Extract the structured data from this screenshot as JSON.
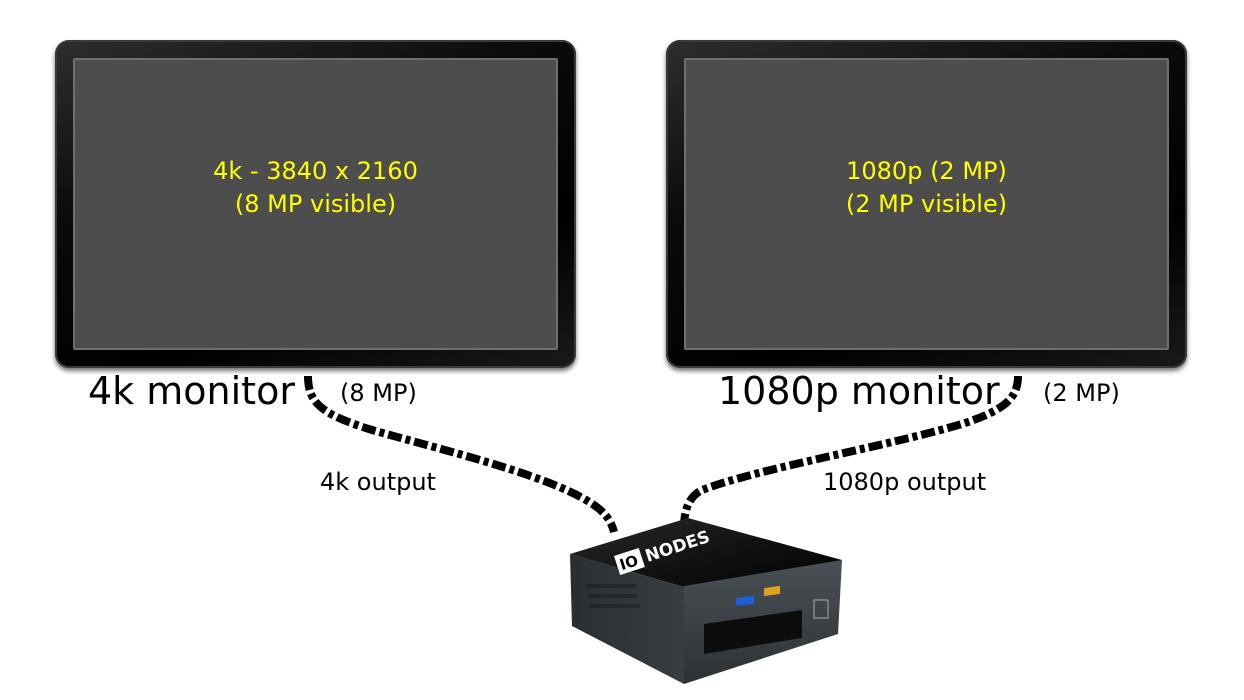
{
  "monitors": [
    {
      "screen_line1": "4k - 3840 x 2160",
      "screen_line2": "(8 MP visible)",
      "label": "4k monitor",
      "mp": "(8 MP)",
      "output": "4k output"
    },
    {
      "screen_line1": "1080p (2 MP)",
      "screen_line2": "(2 MP visible)",
      "label": "1080p monitor",
      "mp": "(2 MP)",
      "output": "1080p output"
    }
  ],
  "device": {
    "logo_io": "IO",
    "logo_nodes": "NODES"
  },
  "colors": {
    "screen_text": "#ffff00",
    "screen_bg": "#4d4d4d",
    "bezel": "#000000",
    "cable": "#000000"
  }
}
